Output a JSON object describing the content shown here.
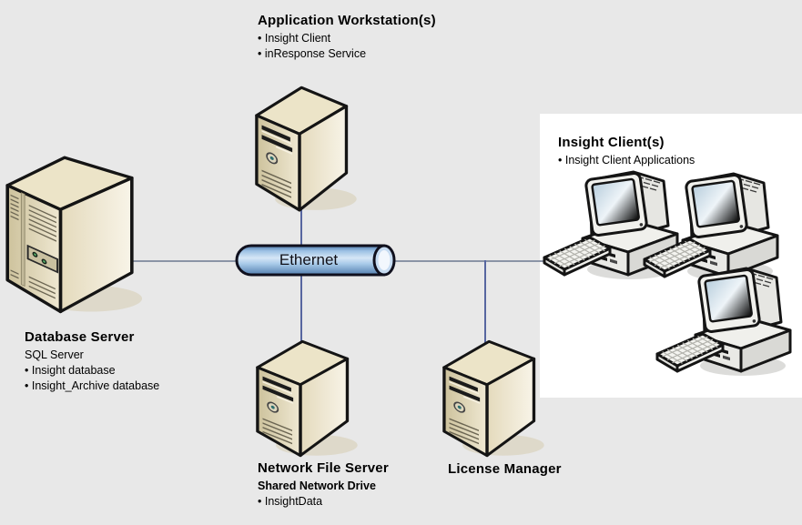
{
  "diagram": {
    "ethernet_label": "Ethernet",
    "app_workstation": {
      "title": "Application Workstation(s)",
      "bullets": [
        "• Insight Client",
        "• inResponse Service"
      ]
    },
    "database_server": {
      "title": "Database Server",
      "subtitle": "SQL Server",
      "bullets": [
        "• Insight database",
        "• Insight_Archive database"
      ]
    },
    "network_file_server": {
      "title": "Network File Server",
      "subtitle": "Shared Network Drive",
      "bullets": [
        "• InsightData"
      ]
    },
    "license_manager": {
      "title": "License Manager"
    },
    "insight_clients": {
      "title": "Insight Client(s)",
      "bullets": [
        "• Insight Client Applications"
      ]
    },
    "icons": {
      "server_tower": "server-tower-icon",
      "database_server": "database-server-tower-icon",
      "desktop_computer": "desktop-computer-icon",
      "ethernet_bus": "ethernet-bus-cylinder"
    },
    "colors": {
      "background": "#e8e8e8",
      "panel": "#ffffff",
      "line_horizontal": "#8b94a6",
      "line_vertical": "#5766a0",
      "ethernet_blue": "#9cc0e4",
      "server_tan": "#e6dcbf",
      "outline": "#141414",
      "text": "#000000"
    }
  }
}
